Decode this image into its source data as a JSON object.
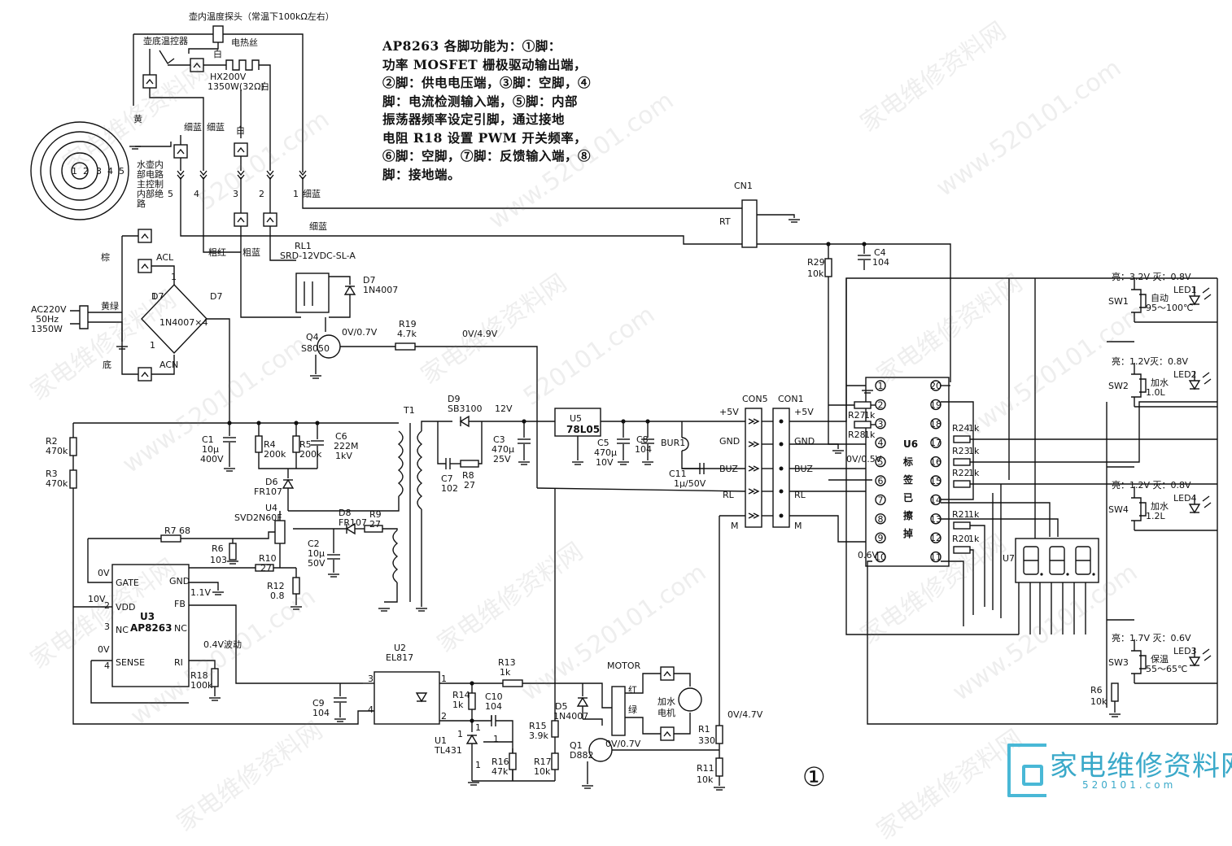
{
  "description": [
    "AP8263 各脚功能为：①脚：",
    "功率 MOSFET 栅极驱动输出端，",
    "②脚：供电电压端，③脚：空脚，④",
    "脚：电流检测输入端，⑤脚：内部",
    "振荡器频率设定引脚，通过接地",
    "电阻 R18 设置 PWM 开关频率，",
    "⑥脚：空脚，⑦脚：反馈输入端，⑧",
    "脚：接地端。"
  ],
  "figure_number": "①",
  "logo": {
    "text": "家电维修资料网",
    "url": "520101.com"
  },
  "watermark": {
    "site_cn": "家电维修资料网",
    "site_url": "www.520101.com",
    "site_short": "520101.com"
  },
  "labels": {
    "probe": "壶内温度探头（常温下100kΩ左右）",
    "bottom_thermostat": "壶底温控器",
    "heater": "电热丝",
    "heater_spec1": "HX200V",
    "heater_spec2": "1350W(32Ω)",
    "white": "白",
    "yellow": "黄",
    "fine_blue": "细蓝",
    "coarse_red": "粗红",
    "coarse_blue": "粗蓝",
    "brown": "棕",
    "yellow_green": "黄绿",
    "base": "底",
    "acl": "ACL",
    "acn": "ACN",
    "ac_input": [
      "AC220V",
      "50Hz",
      "1350W"
    ],
    "socket_note": [
      "水壶内",
      "部电路",
      "主控制",
      "内部绝",
      "路"
    ],
    "rl1": "RL1",
    "rl1_part": "SRD-12VDC-SL-A",
    "d7": "D7",
    "d7_part": "1N4007",
    "bridge": "1N4007×4",
    "q4": "Q4",
    "q4_part": "S8050",
    "q4_v": "0V/0.7V",
    "r19": "R19",
    "r19_v": "4.7k",
    "v49": "0V/4.9V",
    "cn1": "CN1",
    "rt": "RT",
    "c4": "C4",
    "c4_v": "104",
    "r29": "R29",
    "r29_v": "10k",
    "t1": "T1",
    "d9": "D9",
    "d9_part": "SB3100",
    "v12": "12V",
    "u5": "U5",
    "u5_part": "78L05",
    "c3": "C3",
    "c3_v1": "470μ",
    "c3_v2": "25V",
    "c5": "C5",
    "c5_v1": "470μ",
    "c5_v2": "10V",
    "c8": "C8",
    "c8_v": "104",
    "c7": "C7",
    "c7_v": "102",
    "r8": "R8",
    "r8_v": "27",
    "bur1": "BUR1",
    "c11": "C11",
    "c11_v": "1μ/50V",
    "con5": "CON5",
    "con1": "CON1",
    "p5v": "+5V",
    "gnd": "GND",
    "buz": "BUZ",
    "rl": "RL",
    "m": "M",
    "c1": "C1",
    "c1_v1": "10μ",
    "c1_v2": "400V",
    "r4": "R4",
    "r4_v": "200k",
    "r5": "R5",
    "r5_v": "200k",
    "c6": "C6",
    "c6_v1": "222M",
    "c6_v2": "1kV",
    "r2": "R2",
    "r2_v": "470k",
    "r3": "R3",
    "r3_v": "470k",
    "d6": "D6",
    "d6_part": "FR107",
    "u4": "U4",
    "u4_part": "SVD2N60F",
    "d8": "D8",
    "d8_part": "FR107",
    "r9": "R9",
    "r9_v": "27",
    "r7": "R7",
    "r7_v": "68",
    "r6": "R6",
    "r6_v": "103",
    "r10": "R10",
    "r10_v": "27",
    "r12": "R12",
    "r12_v": "0.8",
    "c2": "C2",
    "c2_v1": "10μ",
    "c2_v2": "50V",
    "u3": "U3",
    "u3_part": "AP8263",
    "u3_pins": [
      "GATE",
      "VDD",
      "NC",
      "SENSE",
      "GND",
      "FB",
      "NC",
      "RI"
    ],
    "u3_v": [
      "0V",
      "10V",
      "0V",
      "1.1V",
      "0.4V波动"
    ],
    "r18": "R18",
    "r18_v": "100k",
    "c9": "C9",
    "c9_v": "104",
    "u2": "U2",
    "u2_part": "EL817",
    "u1": "U1",
    "u1_part": "TL431",
    "r13": "R13",
    "r13_v": "1k",
    "r14": "R14",
    "r14_v": "1k",
    "c10": "C10",
    "c10_v": "104",
    "r15": "R15",
    "r15_v": "3.9k",
    "r16": "R16",
    "r16_v": "47k",
    "r17": "R17",
    "r17_v": "10k",
    "d5": "D5",
    "d5_part": "1N4007",
    "q1": "Q1",
    "q1_part": "D882",
    "q1_v": "0V/0.7V",
    "motor": "MOTOR",
    "motor_red": "红",
    "motor_green": "绿",
    "motor_name": [
      "加水",
      "电机"
    ],
    "r1": "R1",
    "r1_v": "330",
    "r11": "R11",
    "r11_v": "10k",
    "v47": "0V/4.7V",
    "u6": "U6",
    "u6_note": [
      "标",
      "签",
      "已",
      "擦",
      "掉"
    ],
    "u6_v05": "0V/0.5V",
    "u6_v06": "0.6V",
    "r27": "R27",
    "r27_v": "1k",
    "r28": "R28",
    "r28_v": "1k",
    "r24": "R24",
    "r24_v": "1k",
    "r23": "R23",
    "r23_v": "1k",
    "r22": "R22",
    "r22_v": "1k",
    "r21": "R21",
    "r21_v": "1k",
    "r20": "R20",
    "r20_v": "1k",
    "u7": "U7",
    "sw1": "SW1",
    "sw1_fn": "自动",
    "sw1_t": "95～100℃",
    "led1": "LED1",
    "led1_v": "亮：3.2V 灭：0.8V",
    "sw2": "SW2",
    "sw2_fn": "加水",
    "sw2_t": "1.0L",
    "led2": "LED2",
    "led2_v": "亮：1.2V灭：0.8V",
    "sw4": "SW4",
    "sw4_fn": "加水",
    "sw4_t": "1.2L",
    "led4": "LED4",
    "led4_v": "亮：1.2V 灭：0.8V",
    "sw3": "SW3",
    "sw3_fn": "保温",
    "sw3_t": "55～65℃",
    "led3": "LED3",
    "led3_v": "亮：1.7V 灭：0.6V",
    "r6b": "R6",
    "r6b_v": "10k",
    "pins": [
      "1",
      "2",
      "3",
      "4",
      "5"
    ]
  }
}
